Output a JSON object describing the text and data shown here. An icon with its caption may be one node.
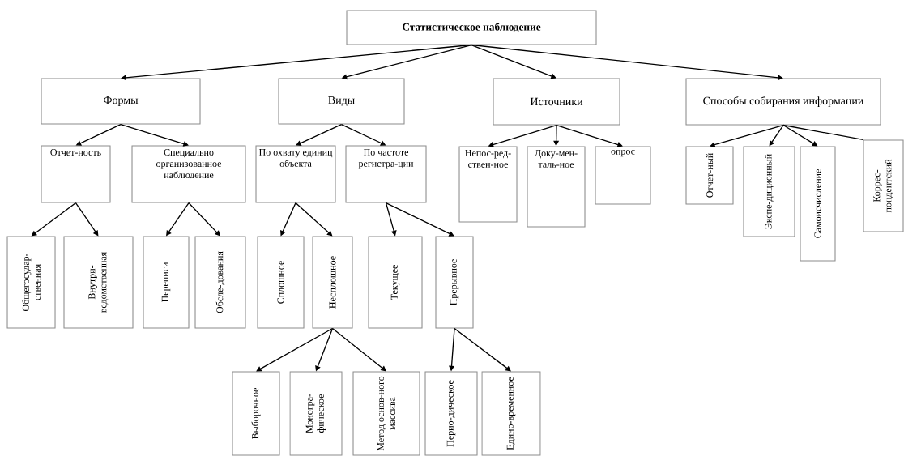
{
  "diagram": {
    "nodes": [
      {
        "text": [
          "Статистическое наблюдение"
        ]
      },
      {
        "text": [
          "Формы"
        ]
      },
      {
        "text": [
          "Виды"
        ]
      },
      {
        "text": [
          "Источники"
        ]
      },
      {
        "text": [
          "Способы собирания информации"
        ]
      },
      {
        "text": [
          "Отчет-ность"
        ]
      },
      {
        "text": [
          "Специально организованное наблюдение"
        ]
      },
      {
        "text": [
          "По охвату единиц объекта"
        ]
      },
      {
        "text": [
          "По частоте регистра-ции"
        ]
      },
      {
        "text": [
          "Непос-ред-ствен-ное"
        ]
      },
      {
        "text": [
          "Доку-мен-таль-ное"
        ]
      },
      {
        "text": [
          "опрос"
        ]
      },
      {
        "text": [
          "Отчет-ный"
        ]
      },
      {
        "text": [
          "Экспе-диционный"
        ]
      },
      {
        "text": [
          "Самоисчисление"
        ]
      },
      {
        "text": [
          "Коррес-пондентский"
        ]
      },
      {
        "text": [
          "Общегосудар-ственная"
        ]
      },
      {
        "text": [
          "Внутри-ведомственная"
        ]
      },
      {
        "text": [
          "Переписи"
        ]
      },
      {
        "text": [
          "Обсле-дования"
        ]
      },
      {
        "text": [
          "Сплошное"
        ]
      },
      {
        "text": [
          "Несплошное"
        ]
      },
      {
        "text": [
          "Текущее"
        ]
      },
      {
        "text": [
          "Прерывное"
        ]
      },
      {
        "text": [
          "Выборочное"
        ]
      },
      {
        "text": [
          "Моногра-фическое"
        ]
      },
      {
        "text": [
          "Метод основ-ного массива"
        ]
      },
      {
        "text": [
          "Перио-дическое"
        ]
      },
      {
        "text": [
          "Едино-временное"
        ]
      }
    ],
    "edges": [
      {
        "from": 0,
        "to": 1,
        "arrow": "to"
      },
      {
        "from": 0,
        "to": 2,
        "arrow": "to"
      },
      {
        "from": 0,
        "to": 3,
        "arrow": "to"
      },
      {
        "from": 0,
        "to": 4,
        "arrow": "to"
      },
      {
        "from": 1,
        "to": 5,
        "arrow": "to"
      },
      {
        "from": 1,
        "to": 6,
        "arrow": "to"
      },
      {
        "from": 2,
        "to": 7,
        "arrow": "to"
      },
      {
        "from": 2,
        "to": 8,
        "arrow": "to"
      },
      {
        "from": 3,
        "to": 9,
        "arrow": "to"
      },
      {
        "from": 3,
        "to": 10,
        "arrow": "to"
      },
      {
        "from": 3,
        "to": 11,
        "arrow": "to"
      },
      {
        "from": 4,
        "to": 12,
        "arrow": "to"
      },
      {
        "from": 4,
        "to": 13,
        "arrow": "to"
      },
      {
        "from": 4,
        "to": 14,
        "arrow": "to"
      },
      {
        "from": 4,
        "to": 15,
        "arrow": "none"
      },
      {
        "from": 5,
        "to": 16,
        "arrow": "to"
      },
      {
        "from": 5,
        "to": 17,
        "arrow": "to"
      },
      {
        "from": 6,
        "to": 18,
        "arrow": "to"
      },
      {
        "from": 6,
        "to": 19,
        "arrow": "to"
      },
      {
        "from": 7,
        "to": 20,
        "arrow": "to"
      },
      {
        "from": 7,
        "to": 21,
        "arrow": "to"
      },
      {
        "from": 8,
        "to": 22,
        "arrow": "to"
      },
      {
        "from": 8,
        "to": 23,
        "arrow": "to"
      },
      {
        "from": 21,
        "to": 24,
        "arrow": "to"
      },
      {
        "from": 21,
        "to": 25,
        "arrow": "to"
      },
      {
        "from": 21,
        "to": 26,
        "arrow": "to"
      },
      {
        "from": 23,
        "to": 27,
        "arrow": "to"
      },
      {
        "from": 23,
        "to": 28,
        "arrow": "to"
      }
    ]
  }
}
